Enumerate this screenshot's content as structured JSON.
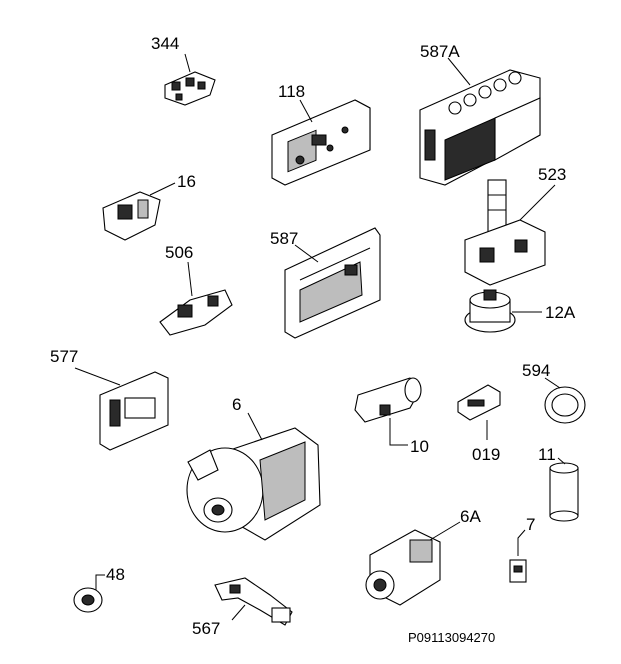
{
  "parts": [
    {
      "id": "344"
    },
    {
      "id": "118"
    },
    {
      "id": "587A"
    },
    {
      "id": "16"
    },
    {
      "id": "523"
    },
    {
      "id": "506"
    },
    {
      "id": "587"
    },
    {
      "id": "12A"
    },
    {
      "id": "577"
    },
    {
      "id": "594"
    },
    {
      "id": "6"
    },
    {
      "id": "10"
    },
    {
      "id": "019"
    },
    {
      "id": "11"
    },
    {
      "id": "6A"
    },
    {
      "id": "7"
    },
    {
      "id": "48"
    },
    {
      "id": "567"
    }
  ],
  "diagram_code": "P09113094270",
  "colors": {
    "line": "#000000",
    "background": "#ffffff",
    "shade": "#2a2a2a"
  }
}
